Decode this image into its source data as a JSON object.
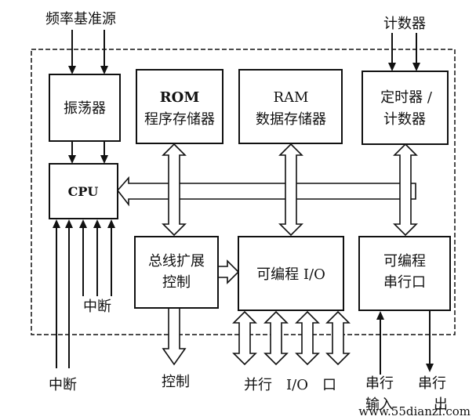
{
  "labels": {
    "freq_ref": "频率基准源",
    "counter_in": "计数器",
    "oscillator": "振荡器",
    "rom_title": "ROM",
    "rom_sub": "程序存储器",
    "ram_title": "RAM",
    "ram_sub": "数据存储器",
    "timer_line1": "定时器 /",
    "timer_line2": "计数器",
    "cpu": "CPU",
    "bus_ext_line1": "总线扩展",
    "bus_ext_line2": "控制",
    "prog_io": "可编程 I/O",
    "serial_line1": "可编程",
    "serial_line2": "串行口",
    "interrupt_inner": "中断",
    "interrupt_outer": "中断",
    "control": "控制",
    "parallel_io": "并行　I/O　口",
    "serial_in": "串行",
    "serial_in_2": "输入",
    "serial_out": "串行",
    "serial_out_2": "出"
  },
  "watermark": "www.55dianzi.com"
}
